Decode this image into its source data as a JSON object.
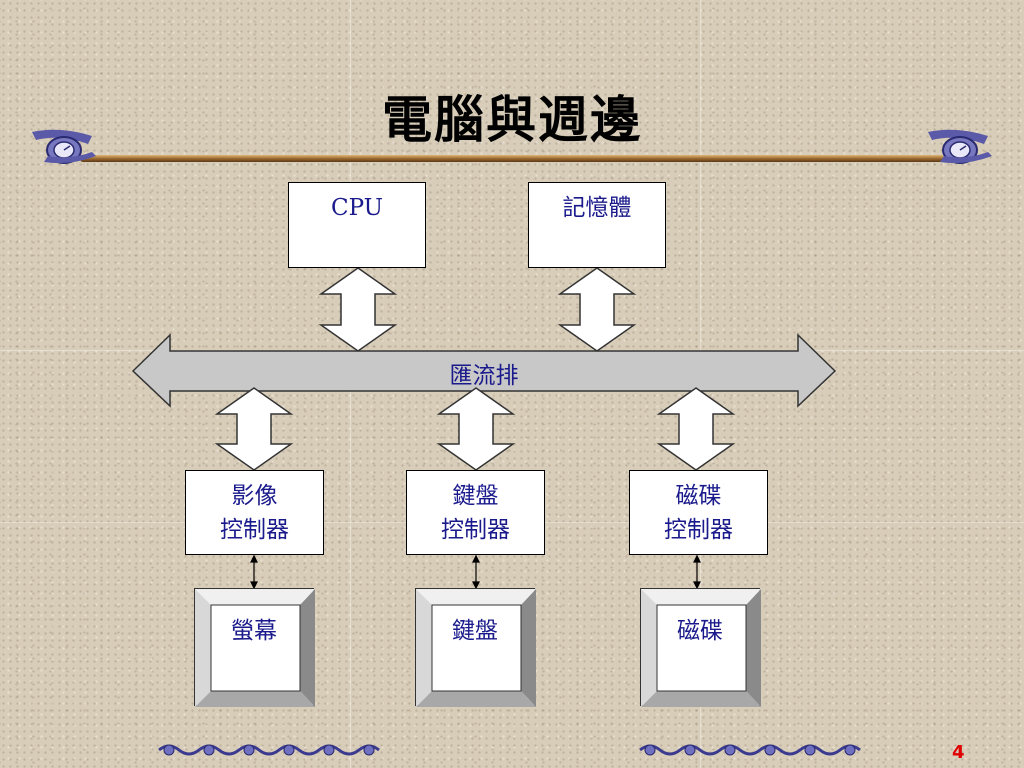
{
  "title": "電腦與週邊",
  "nodes": {
    "cpu": "CPU",
    "memory": "記憶體",
    "bus": "匯流排",
    "video_controller": [
      "影像",
      "控制器"
    ],
    "keyboard_controller": [
      "鍵盤",
      "控制器"
    ],
    "disk_controller": [
      "磁碟",
      "控制器"
    ],
    "monitor": "螢幕",
    "keyboard": "鍵盤",
    "disk": "磁碟"
  },
  "page_number": "4",
  "colors": {
    "label_text": "#1a1a8c",
    "bus_fill": "#c8c8c8",
    "page_number": "#e00000"
  }
}
